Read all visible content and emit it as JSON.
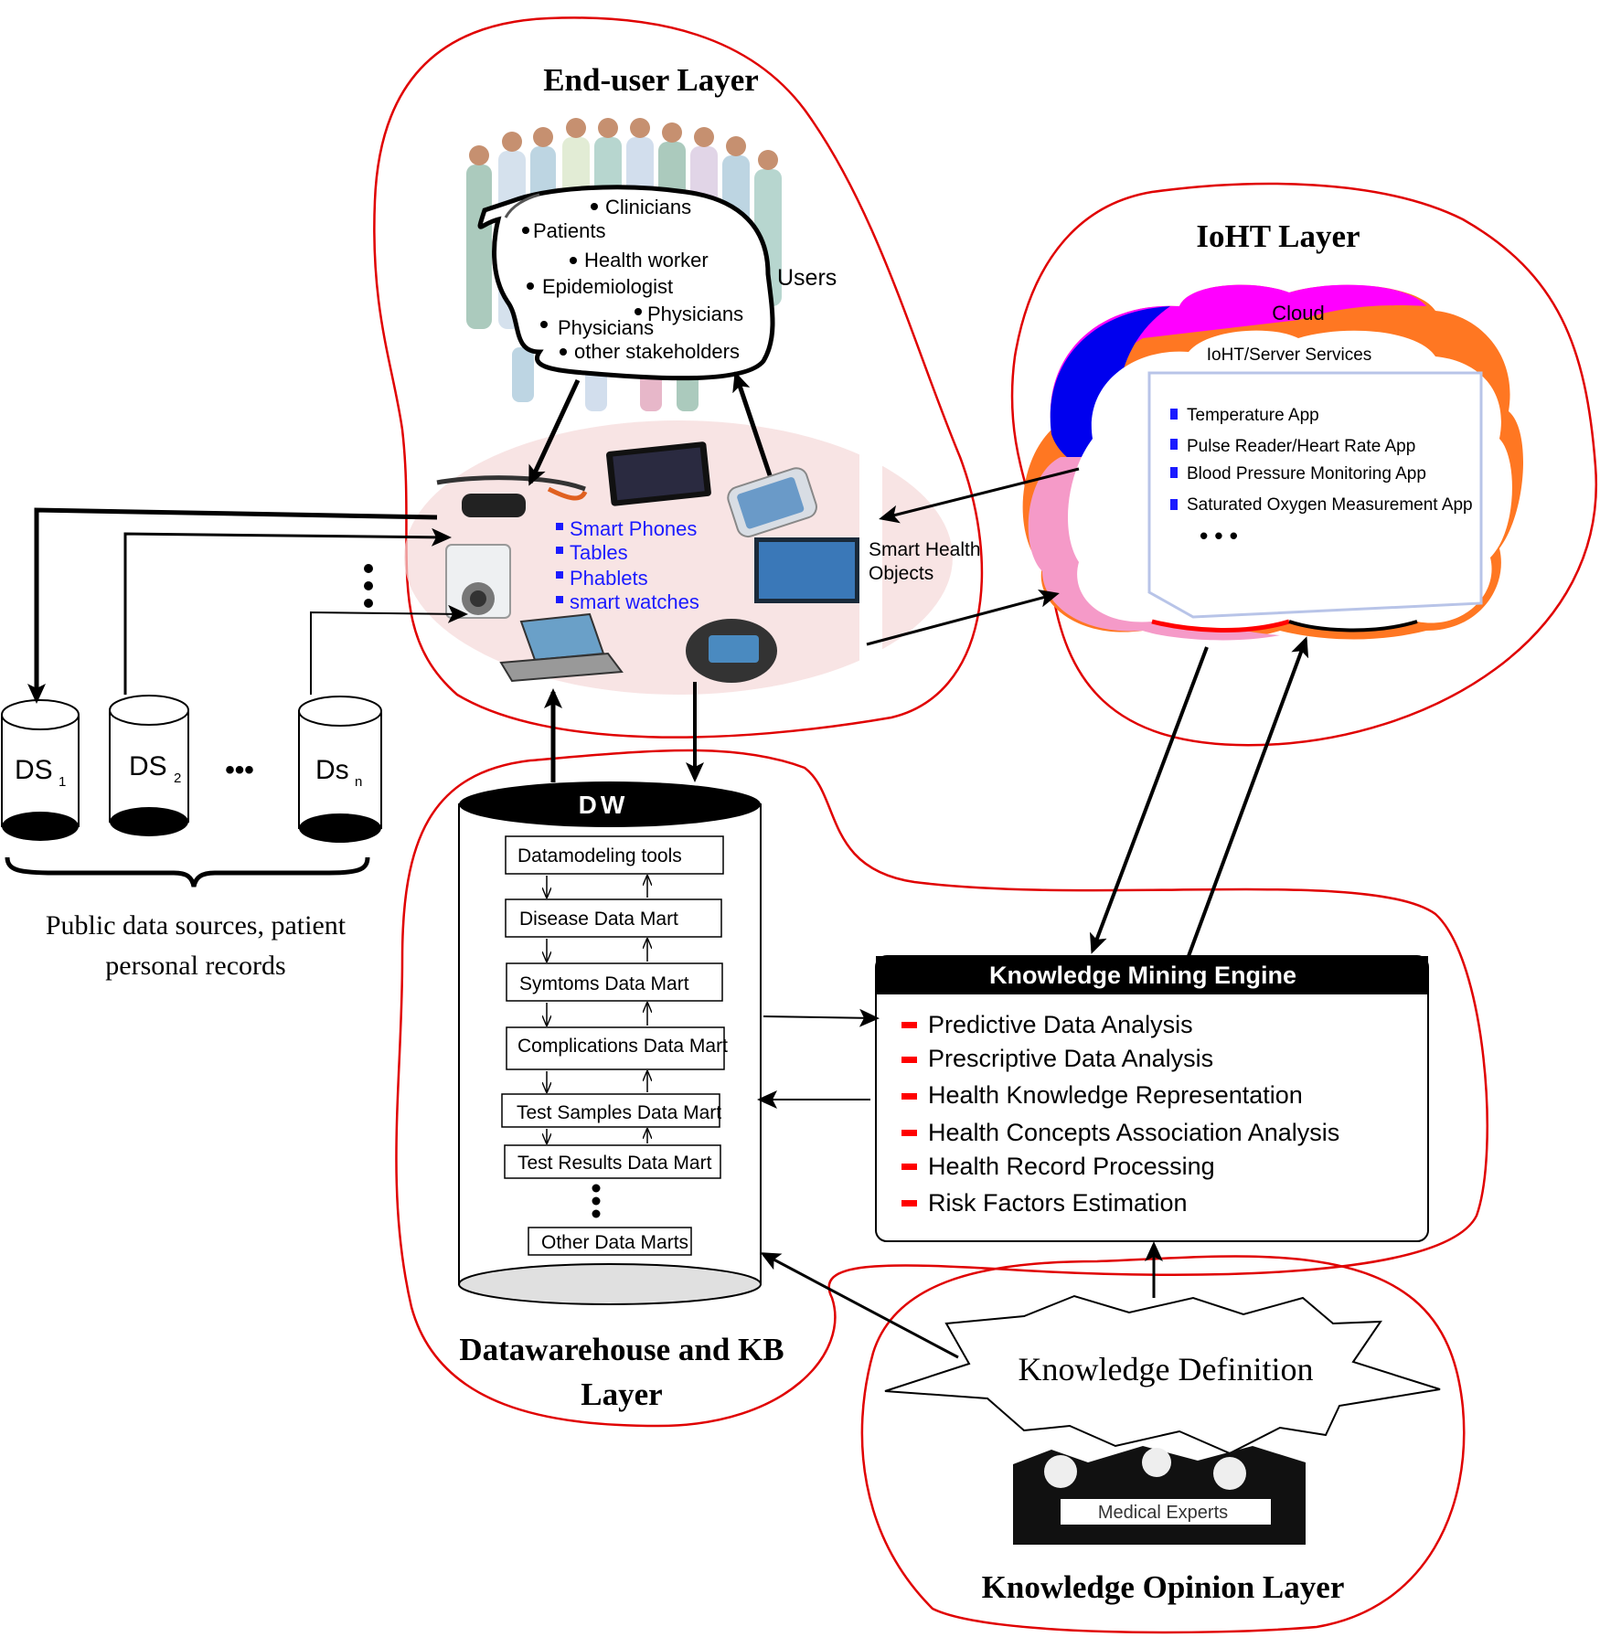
{
  "layers": {
    "end_user": "End-user Layer",
    "ioht": "IoHT Layer",
    "datawarehouse_line1": "Datawarehouse and KB",
    "datawarehouse_line2": "Layer",
    "knowledge_opinion": "Knowledge Opinion Layer"
  },
  "users": {
    "label": "Users",
    "items": [
      "Clinicians",
      "Patients",
      "Health worker",
      "Epidemiologist",
      "Physicians",
      "Physicians",
      "other stakeholders"
    ]
  },
  "devices": {
    "items": [
      "Smart Phones",
      "Tables",
      "Phablets",
      "smart watches"
    ],
    "label_line1": "Smart Health",
    "label_line2": "Objects"
  },
  "cloud": {
    "title": "Cloud",
    "subtitle": "IoHT/Server Services",
    "apps": [
      "Temperature App",
      "Pulse Reader/Heart Rate App",
      "Blood Pressure Monitoring App",
      "Saturated Oxygen Measurement App"
    ],
    "more": "• • •"
  },
  "data_sources": {
    "ds1": "DS",
    "ds1_sub": "1",
    "ds2": "DS",
    "ds2_sub": "2",
    "dsn": "Ds",
    "dsn_sub": "n",
    "ellipsis": "•••",
    "caption_line1": "Public data sources, patient",
    "caption_line2": "personal records"
  },
  "dw": {
    "title": "DW",
    "marts": [
      "Datamodeling tools",
      "Disease Data Mart",
      "Symtoms Data Mart",
      "Complications Data Mart",
      "Test Samples Data Mart",
      "Test Results Data Mart",
      "Other Data Marts"
    ]
  },
  "kme": {
    "title": "Knowledge Mining Engine",
    "items": [
      "Predictive Data Analysis",
      "Prescriptive  Data Analysis",
      "Health Knowledge Representation",
      "Health Concepts Association Analysis",
      "Health Record Processing",
      "Risk Factors Estimation"
    ]
  },
  "knowledge_definition": "Knowledge Definition",
  "medical_experts": "Medical Experts",
  "colors": {
    "layer_outline": "#e00000",
    "bullet_blue": "#1a1aff",
    "bullet_red": "#ff0000",
    "device_text": "#1a1aff"
  }
}
